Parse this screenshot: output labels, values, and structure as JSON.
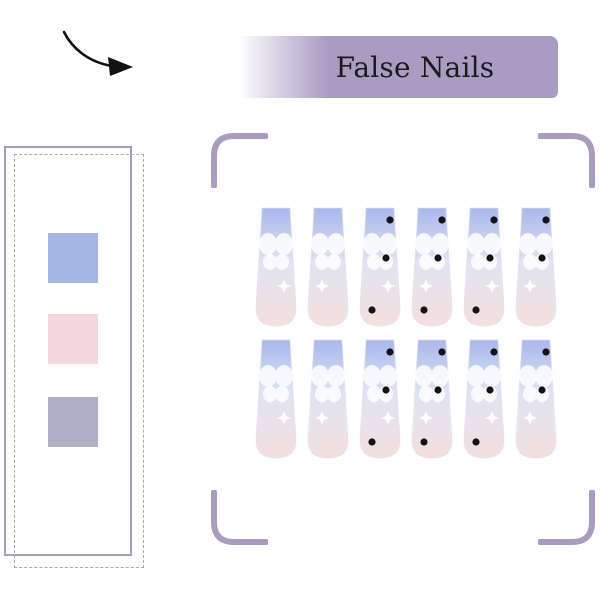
{
  "banner": {
    "title": "False Nails",
    "color": "#a99cc2"
  },
  "palette": {
    "frame_color": "#a99cc2",
    "swatches": [
      {
        "name": "blue",
        "color": "#a4b6e6"
      },
      {
        "name": "pink",
        "color": "#f3d7dc"
      },
      {
        "name": "lavender-gray",
        "color": "#b1aec8"
      }
    ]
  },
  "nails": {
    "rows": 2,
    "per_row": 6,
    "tip_color": "#a7b8ec",
    "base_color": "#f4e0dc"
  },
  "icons": {
    "arrow": "curved-arrow-icon"
  }
}
